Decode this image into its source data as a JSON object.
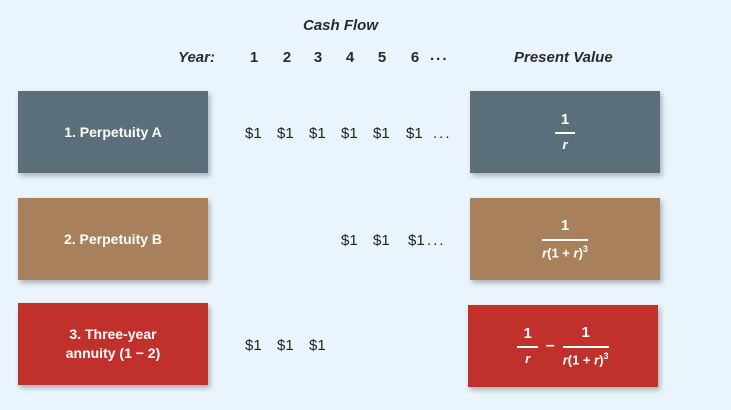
{
  "header": {
    "cash_flow": "Cash Flow",
    "year": "Year:",
    "years": [
      "1",
      "2",
      "3",
      "4",
      "5",
      "6"
    ],
    "ellipsis": "...",
    "present_value": "Present Value"
  },
  "rows": [
    {
      "label": "1. Perpetuity A",
      "color": "#5b6f7b",
      "cash_flows": [
        "$1",
        "$1",
        "$1",
        "$1",
        "$1",
        "$1"
      ],
      "ellipsis": "...",
      "pv_num": "1",
      "pv_den": "r"
    },
    {
      "label": "2. Perpetuity B",
      "color": "#a9805c",
      "cash_flows": [
        "$1",
        "$1",
        "$1"
      ],
      "ellipsis": "...",
      "pv_num": "1",
      "pv_den_a": "r",
      "pv_den_b": "(1 + ",
      "pv_den_c": "r",
      "pv_den_d": ")",
      "pv_den_exp": "3"
    },
    {
      "label_line1": "3. Three-year",
      "label_line2": "annuity (1 − 2)",
      "color": "#c0312c",
      "cash_flows": [
        "$1",
        "$1",
        "$1"
      ],
      "pv1_num": "1",
      "pv1_den": "r",
      "minus": "–",
      "pv2_num": "1",
      "pv2_den_a": "r",
      "pv2_den_b": "(1 + ",
      "pv2_den_c": "r",
      "pv2_den_d": ")",
      "pv2_den_exp": "3"
    }
  ]
}
